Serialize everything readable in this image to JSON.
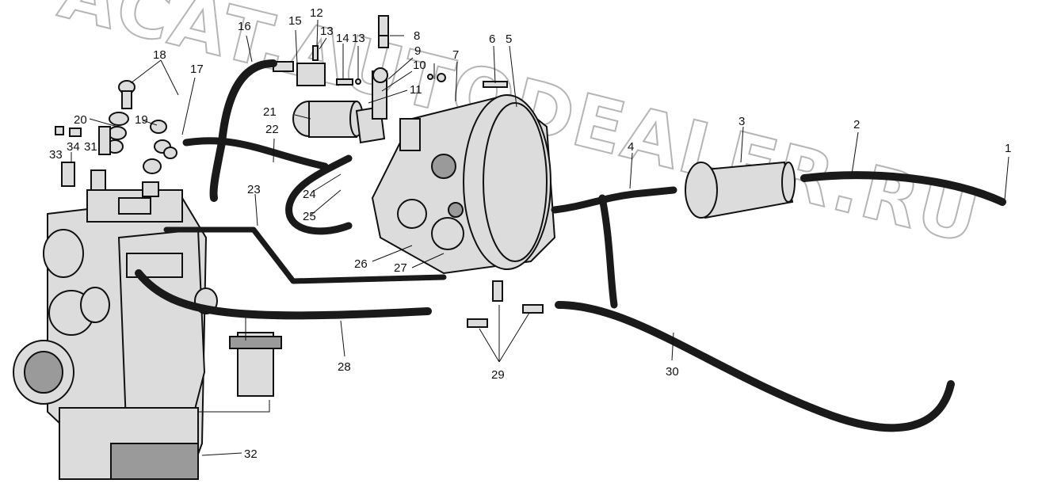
{
  "watermark": "ACAT.AUTODEALER.RU",
  "callouts": [
    {
      "id": "c1",
      "text": "1"
    },
    {
      "id": "c2",
      "text": "2"
    },
    {
      "id": "c3",
      "text": "3"
    },
    {
      "id": "c4",
      "text": "4"
    },
    {
      "id": "c5",
      "text": "5"
    },
    {
      "id": "c6",
      "text": "6"
    },
    {
      "id": "c7",
      "text": "7"
    },
    {
      "id": "c8",
      "text": "8"
    },
    {
      "id": "c9",
      "text": "9"
    },
    {
      "id": "c10",
      "text": "10"
    },
    {
      "id": "c11",
      "text": "11"
    },
    {
      "id": "c12",
      "text": "12"
    },
    {
      "id": "c13a",
      "text": "13"
    },
    {
      "id": "c13b",
      "text": "13"
    },
    {
      "id": "c14",
      "text": "14"
    },
    {
      "id": "c15",
      "text": "15"
    },
    {
      "id": "c16",
      "text": "16"
    },
    {
      "id": "c17",
      "text": "17"
    },
    {
      "id": "c18",
      "text": "18"
    },
    {
      "id": "c19",
      "text": "19"
    },
    {
      "id": "c20",
      "text": "20"
    },
    {
      "id": "c21",
      "text": "21"
    },
    {
      "id": "c22",
      "text": "22"
    },
    {
      "id": "c23",
      "text": "23"
    },
    {
      "id": "c24",
      "text": "24"
    },
    {
      "id": "c25",
      "text": "25"
    },
    {
      "id": "c26",
      "text": "26"
    },
    {
      "id": "c27",
      "text": "27"
    },
    {
      "id": "c28",
      "text": "28"
    },
    {
      "id": "c29",
      "text": "29"
    },
    {
      "id": "c30",
      "text": "30"
    },
    {
      "id": "c31",
      "text": "31"
    },
    {
      "id": "c32",
      "text": "32"
    },
    {
      "id": "c33",
      "text": "33"
    },
    {
      "id": "c34",
      "text": "34"
    }
  ]
}
